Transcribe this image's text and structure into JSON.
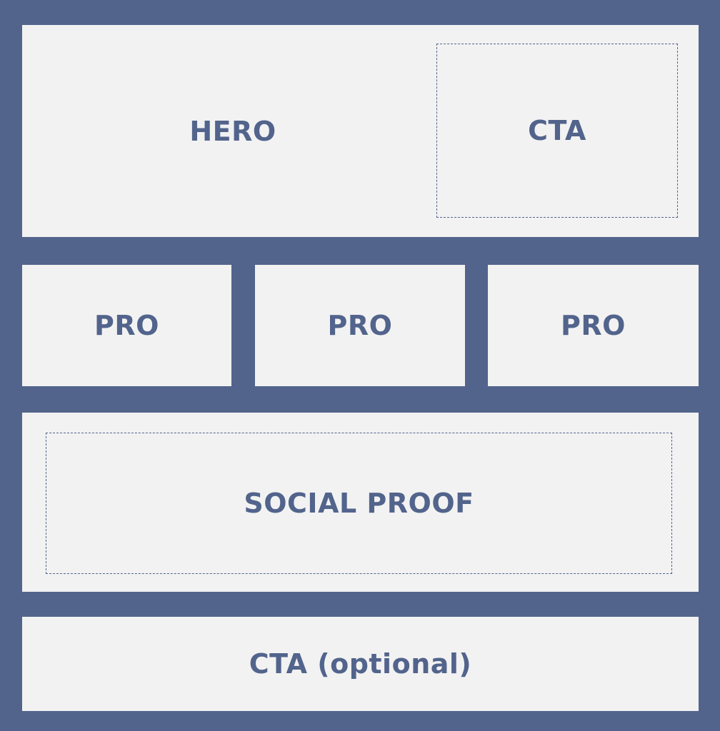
{
  "colors": {
    "background": "#52648c",
    "block": "#f2f2f2",
    "text": "#52648c"
  },
  "hero": {
    "label": "HERO",
    "cta_label": "CTA"
  },
  "pros": [
    {
      "label": "PRO"
    },
    {
      "label": "PRO"
    },
    {
      "label": "PRO"
    }
  ],
  "social_proof": {
    "label": "SOCIAL PROOF"
  },
  "bottom_cta": {
    "label": "CTA (optional)"
  }
}
